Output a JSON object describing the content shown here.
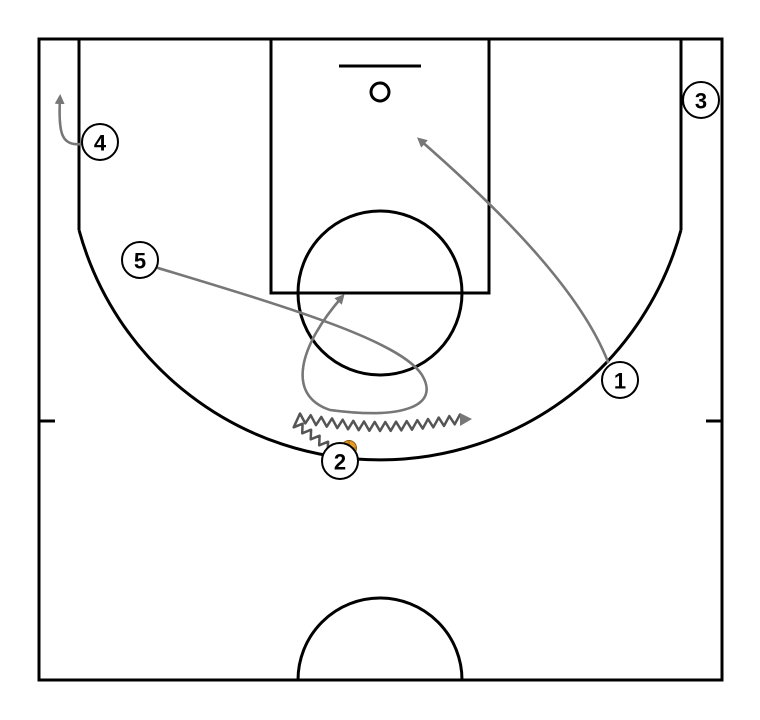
{
  "players": [
    {
      "id": "p1",
      "label": "1"
    },
    {
      "id": "p2",
      "label": "2"
    },
    {
      "id": "p3",
      "label": "3"
    },
    {
      "id": "p4",
      "label": "4"
    },
    {
      "id": "p5",
      "label": "5"
    }
  ],
  "colors": {
    "court_lines": "#000000",
    "cut_path": "#777777",
    "cut_path_highlight": "#bbbbbb",
    "dribble_path": "#555555",
    "ball": "#e69a28",
    "player_fill": "#ffffff"
  },
  "ball": {
    "holder": "2"
  },
  "actions": [
    {
      "type": "cut",
      "player": "1",
      "ends_with": "arrow"
    },
    {
      "type": "cut",
      "player": "4",
      "ends_with": "arrow"
    },
    {
      "type": "cut",
      "player": "5",
      "ends_with": "arrow"
    },
    {
      "type": "dribble",
      "player": "2",
      "ends_with": "arrow"
    }
  ]
}
